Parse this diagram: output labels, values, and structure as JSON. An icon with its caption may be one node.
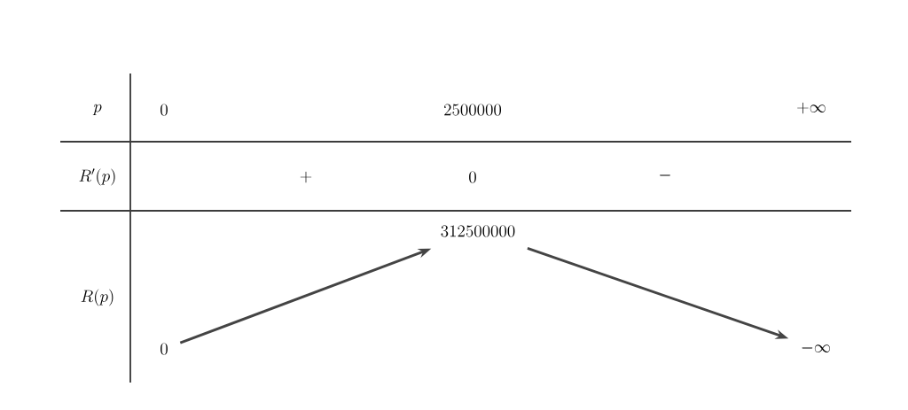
{
  "diagram": {
    "nodes": [
      {
        "text": [
          "0"
        ]
      },
      {
        "text": [
          "312500000"
        ]
      },
      {
        "text": [
          "-\\infty"
        ]
      }
    ],
    "edges": [
      {
        "from": 0,
        "to": 1,
        "arrow": "to"
      },
      {
        "from": 1,
        "to": 2,
        "arrow": "to"
      }
    ],
    "labels": [
      "p",
      "0",
      "2500000",
      "+\\infty",
      "R'(p)",
      "+",
      "0",
      "-",
      "R(p)"
    ]
  }
}
